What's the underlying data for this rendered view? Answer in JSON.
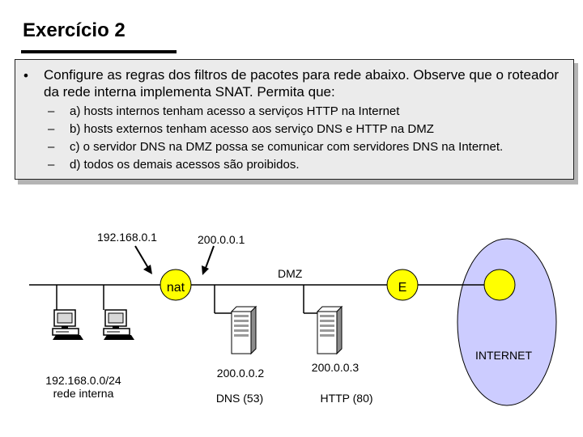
{
  "slide": {
    "title": "Exercício 2",
    "bullet": "•",
    "intro": "Configure as regras dos filtros de pacotes para rede abaixo. Observe que o roteador da rede interna implementa SNAT. Permita que:",
    "items": [
      {
        "dash": "–",
        "text": "a) hosts internos tenham acesso a serviços HTTP na Internet"
      },
      {
        "dash": "–",
        "text": "b) hosts externos tenham acesso aos serviço DNS e HTTP na DMZ"
      },
      {
        "dash": "–",
        "text": "c) o servidor DNS na DMZ possa se comunicar com servidores DNS na Internet."
      },
      {
        "dash": "–",
        "text": "d) todos os demais acessos são proibidos."
      }
    ]
  },
  "diagram": {
    "nat_label": "nat",
    "nat_ip_internal": "192.168.0.1",
    "nat_ip_external": "200.0.0.1",
    "dmz_label": "DMZ",
    "router_e_label": "E",
    "internet_label": "INTERNET",
    "internal_network": "192.168.0.0/24",
    "internal_network_label": "rede interna",
    "dns_server_ip": "200.0.0.2",
    "dns_server_service": "DNS (53)",
    "http_server_ip": "200.0.0.3",
    "http_server_service": "HTTP (80)",
    "colors": {
      "router": "#ffff00",
      "internet_cloud": "#ccccff",
      "panel": "#ebebeb",
      "shadow": "#b4b4b4",
      "line": "#000000"
    }
  }
}
